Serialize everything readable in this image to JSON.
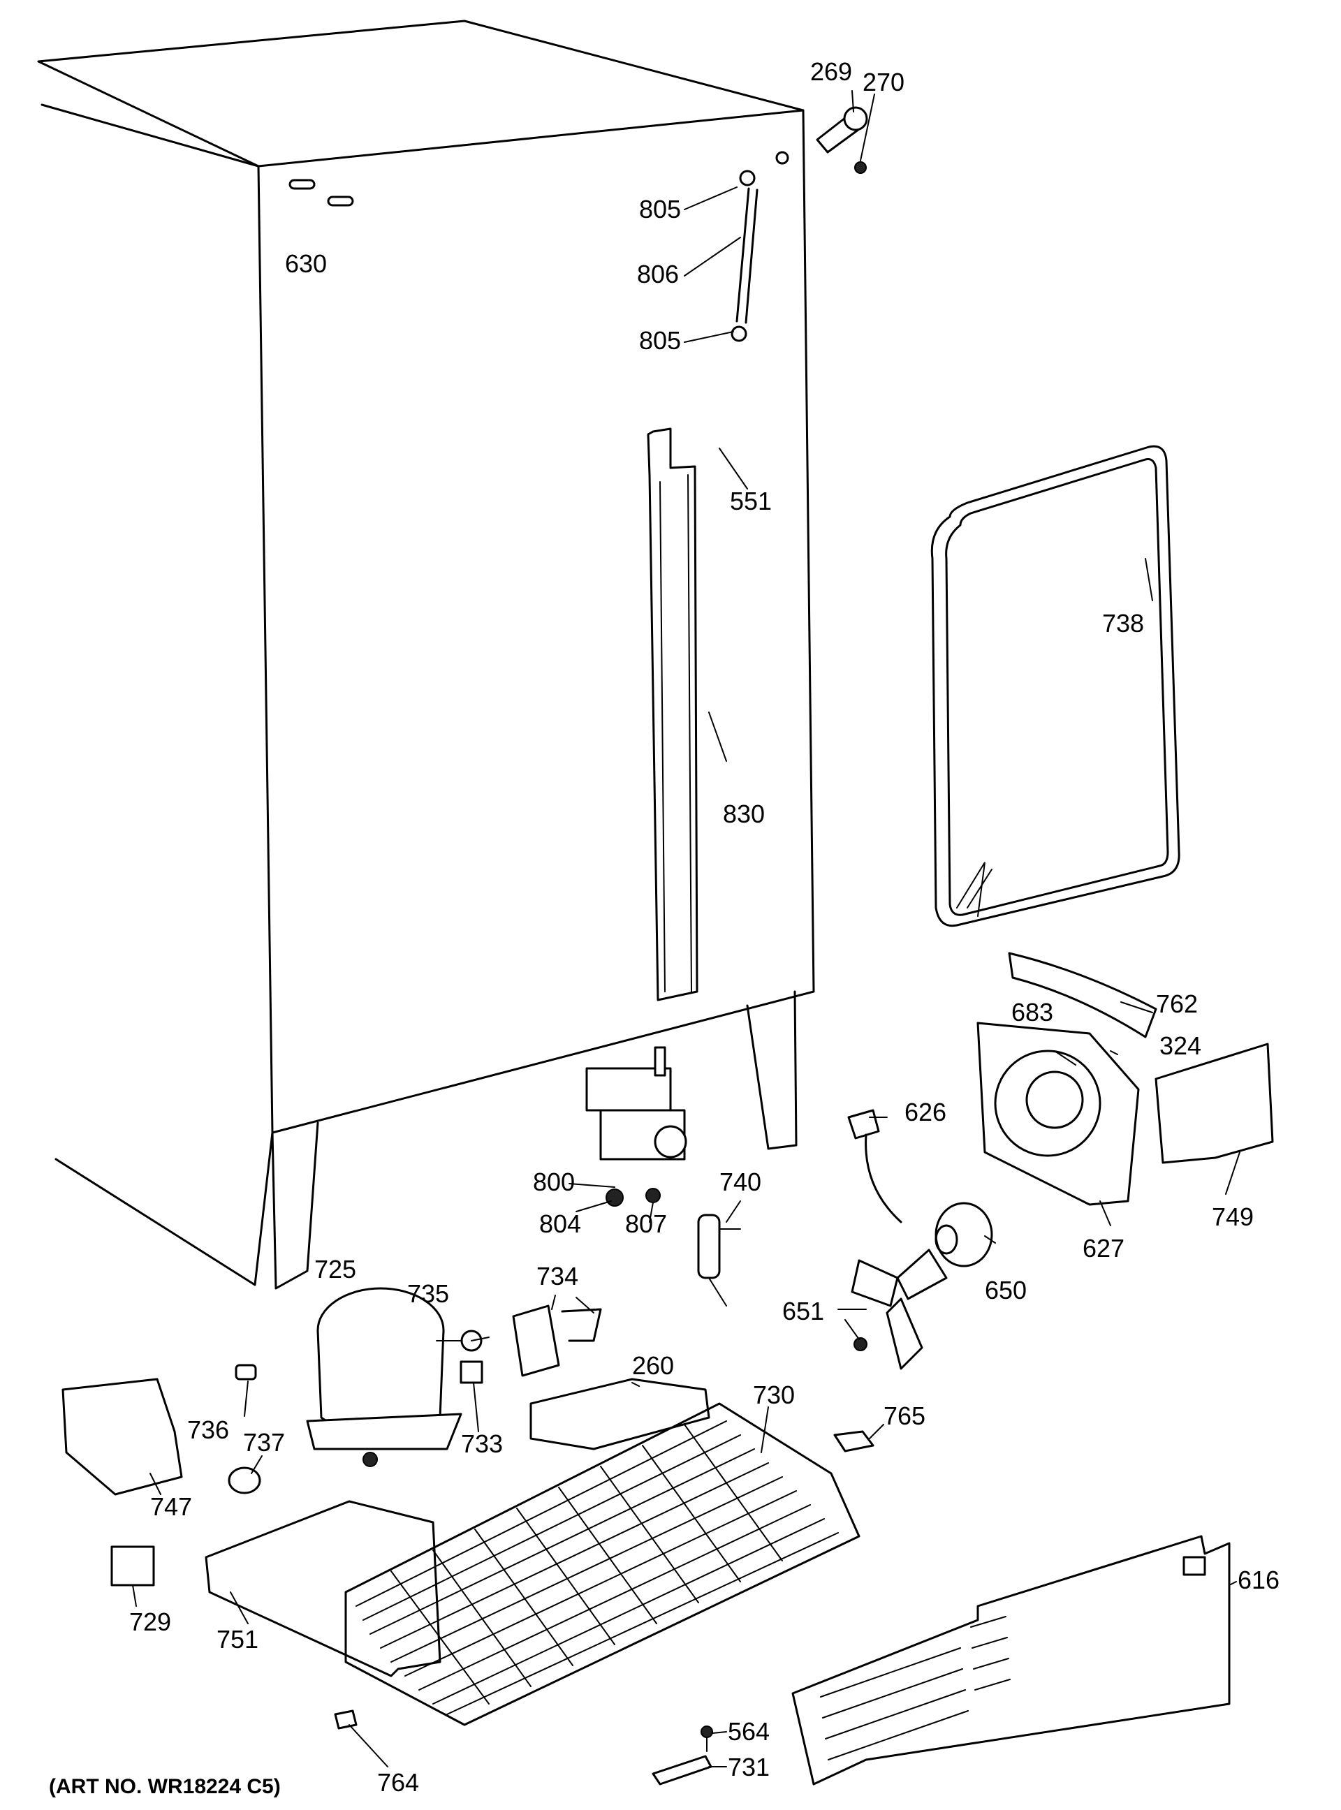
{
  "art_number": "(ART NO. WR18224 C5)",
  "labels": {
    "p269": "269",
    "p270": "270",
    "p805a": "805",
    "p806": "806",
    "p805b": "805",
    "p630": "630",
    "p551": "551",
    "p738": "738",
    "p830": "830",
    "p762": "762",
    "p683": "683",
    "p324": "324",
    "p626": "626",
    "p800": "800",
    "p740": "740",
    "p804": "804",
    "p807": "807",
    "p749": "749",
    "p627": "627",
    "p725": "725",
    "p735": "735",
    "p734": "734",
    "p650": "650",
    "p651": "651",
    "p260": "260",
    "p730": "730",
    "p765": "765",
    "p736": "736",
    "p737": "737",
    "p733": "733",
    "p747": "747",
    "p729": "729",
    "p751": "751",
    "p616": "616",
    "p564": "564",
    "p731": "731",
    "p764": "764"
  }
}
